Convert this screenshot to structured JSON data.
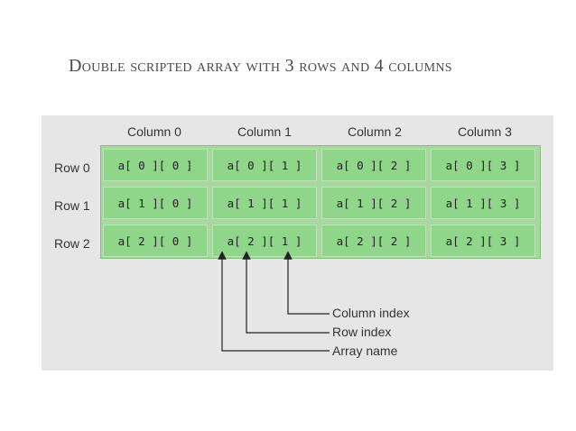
{
  "title": "Double scripted array with 3 rows and 4 columns",
  "columns": [
    "Column 0",
    "Column 1",
    "Column 2",
    "Column 3"
  ],
  "rows": [
    {
      "label": "Row 0",
      "cells": [
        "a[ 0 ][ 0 ]",
        "a[ 0 ][ 1 ]",
        "a[ 0 ][ 2 ]",
        "a[ 0 ][ 3 ]"
      ]
    },
    {
      "label": "Row 1",
      "cells": [
        "a[ 1 ][ 0 ]",
        "a[ 1 ][ 1 ]",
        "a[ 1 ][ 2 ]",
        "a[ 1 ][ 3 ]"
      ]
    },
    {
      "label": "Row 2",
      "cells": [
        "a[ 2 ][ 0 ]",
        "a[ 2 ][ 1 ]",
        "a[ 2 ][ 2 ]",
        "a[ 2 ][ 3 ]"
      ]
    }
  ],
  "annotations": {
    "column_index": "Column index",
    "row_index": "Row index",
    "array_name": "Array name"
  },
  "colors": {
    "cell_fill": "#8fd68a",
    "panel": "#e6e6e6"
  }
}
